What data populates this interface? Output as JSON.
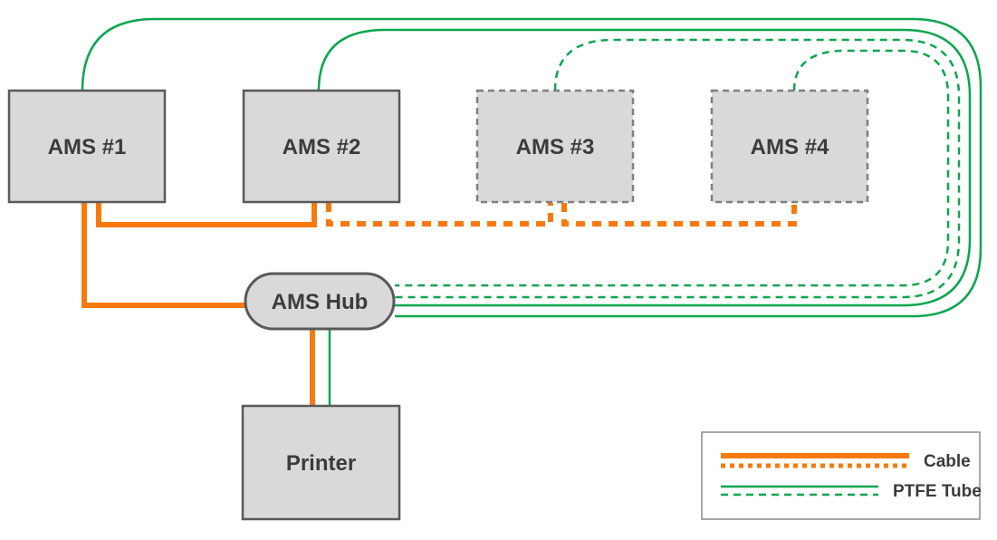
{
  "nodes": {
    "ams1": {
      "label": "AMS #1"
    },
    "ams2": {
      "label": "AMS #2"
    },
    "ams3": {
      "label": "AMS #3"
    },
    "ams4": {
      "label": "AMS #4"
    },
    "hub": {
      "label": "AMS Hub"
    },
    "printer": {
      "label": "Printer"
    }
  },
  "legend": {
    "cable_label": "Cable",
    "ptfe_label": "PTFE Tube"
  },
  "connections": [
    {
      "from": "AMS #1",
      "to": "AMS Hub",
      "type": "cable",
      "style": "solid"
    },
    {
      "from": "AMS #1",
      "to": "AMS #2",
      "type": "cable",
      "style": "solid"
    },
    {
      "from": "AMS #2",
      "to": "AMS #3",
      "type": "cable",
      "style": "dashed"
    },
    {
      "from": "AMS #3",
      "to": "AMS #4",
      "type": "cable",
      "style": "dashed"
    },
    {
      "from": "AMS #1",
      "to": "AMS Hub",
      "type": "ptfe-tube",
      "style": "solid"
    },
    {
      "from": "AMS #2",
      "to": "AMS Hub",
      "type": "ptfe-tube",
      "style": "solid"
    },
    {
      "from": "AMS #3",
      "to": "AMS Hub",
      "type": "ptfe-tube",
      "style": "dashed"
    },
    {
      "from": "AMS #4",
      "to": "AMS Hub",
      "type": "ptfe-tube",
      "style": "dashed"
    },
    {
      "from": "AMS Hub",
      "to": "Printer",
      "type": "cable",
      "style": "solid"
    },
    {
      "from": "AMS Hub",
      "to": "Printer",
      "type": "ptfe-tube",
      "style": "solid"
    }
  ],
  "colors": {
    "cable": "#F8790D",
    "tube": "#0CA64E",
    "box_fill": "#D9D9D9",
    "box_border": "#595959",
    "dashed_box_border": "#7F7F7F",
    "text": "#3B3B3B",
    "legend_border": "#8C8C8C",
    "legend_fill": "#FFFFFF"
  }
}
